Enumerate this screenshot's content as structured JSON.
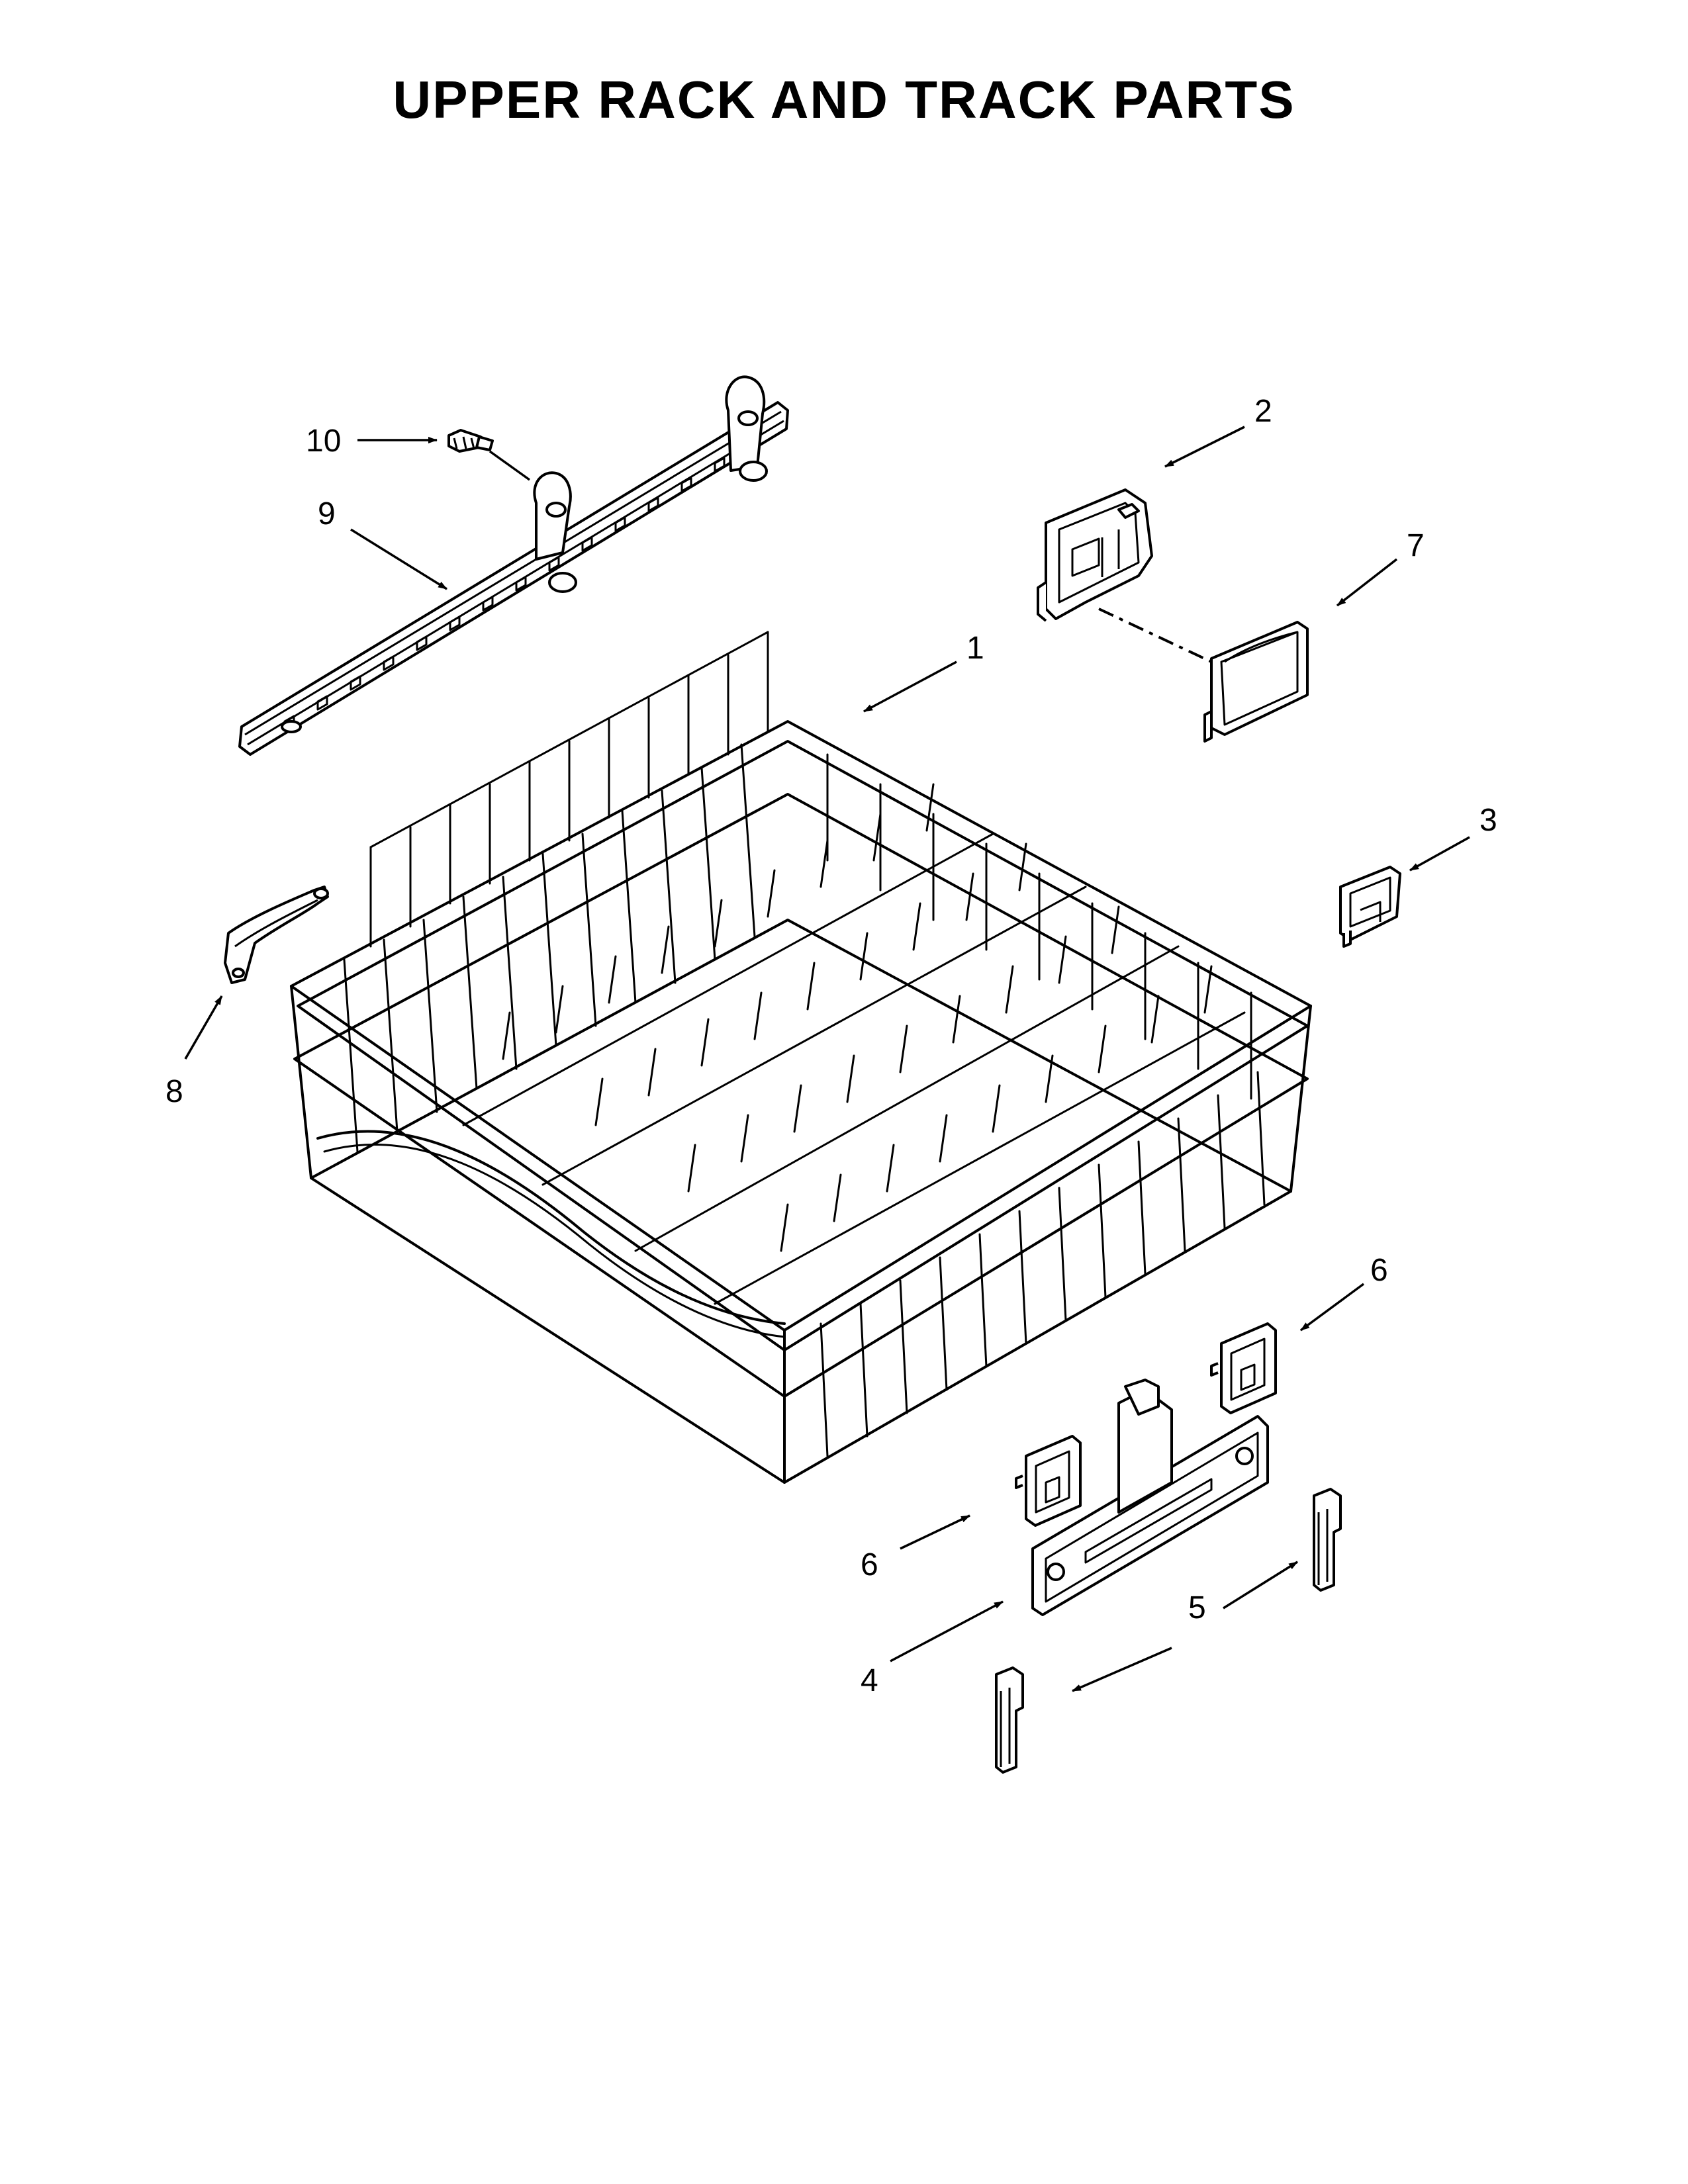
{
  "title": "UPPER RACK AND TRACK PARTS",
  "callouts": [
    {
      "id": "1",
      "label": "1",
      "part_icon": "upper-dish-rack"
    },
    {
      "id": "2",
      "label": "2",
      "part_icon": "rack-adjuster-housing"
    },
    {
      "id": "3",
      "label": "3",
      "part_icon": "rack-stop-clip"
    },
    {
      "id": "4",
      "label": "4",
      "part_icon": "rack-adjuster-assembly"
    },
    {
      "id": "5a",
      "label": "5",
      "part_icon": "adjuster-arm"
    },
    {
      "id": "6a",
      "label": "6",
      "part_icon": "adjuster-clip"
    },
    {
      "id": "6b",
      "label": "6",
      "part_icon": "adjuster-clip"
    },
    {
      "id": "7",
      "label": "7",
      "part_icon": "adjuster-cover"
    },
    {
      "id": "8",
      "label": "8",
      "part_icon": "rack-bumper"
    },
    {
      "id": "9",
      "label": "9",
      "part_icon": "rack-track-rail"
    },
    {
      "id": "10",
      "label": "10",
      "part_icon": "track-screw"
    }
  ]
}
